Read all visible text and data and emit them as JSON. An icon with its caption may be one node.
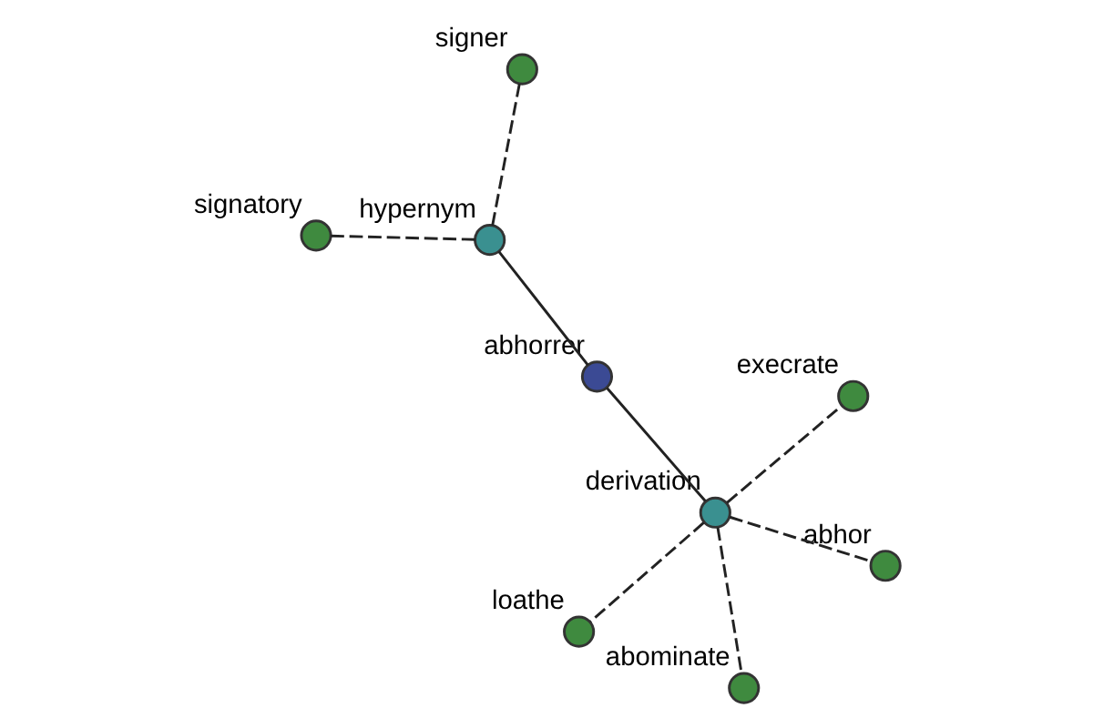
{
  "diagram": {
    "nodes": [
      {
        "text": [
          "signatory"
        ]
      },
      {
        "text": [
          "hypernym"
        ]
      },
      {
        "text": [
          "abhorrer"
        ]
      },
      {
        "text": [
          "signer"
        ]
      },
      {
        "text": [
          "execrate"
        ]
      },
      {
        "text": [
          "derivation"
        ]
      },
      {
        "text": [
          "loathe"
        ]
      },
      {
        "text": [
          "abhor"
        ]
      },
      {
        "text": [
          "abominate"
        ]
      }
    ],
    "edges": [
      {
        "from": 1,
        "to": 0,
        "arrow": "none",
        "style": "dashed"
      },
      {
        "from": 1,
        "to": 3,
        "arrow": "none",
        "style": "dashed"
      },
      {
        "from": 2,
        "to": 1,
        "arrow": "none"
      },
      {
        "from": 2,
        "to": 5,
        "arrow": "none"
      },
      {
        "from": 5,
        "to": 4,
        "arrow": "none",
        "style": "dashed"
      },
      {
        "from": 5,
        "to": 6,
        "arrow": "none",
        "style": "dashed"
      },
      {
        "from": 5,
        "to": 7,
        "arrow": "none",
        "style": "dashed"
      },
      {
        "from": 5,
        "to": 8,
        "arrow": "none",
        "style": "dashed"
      }
    ]
  }
}
